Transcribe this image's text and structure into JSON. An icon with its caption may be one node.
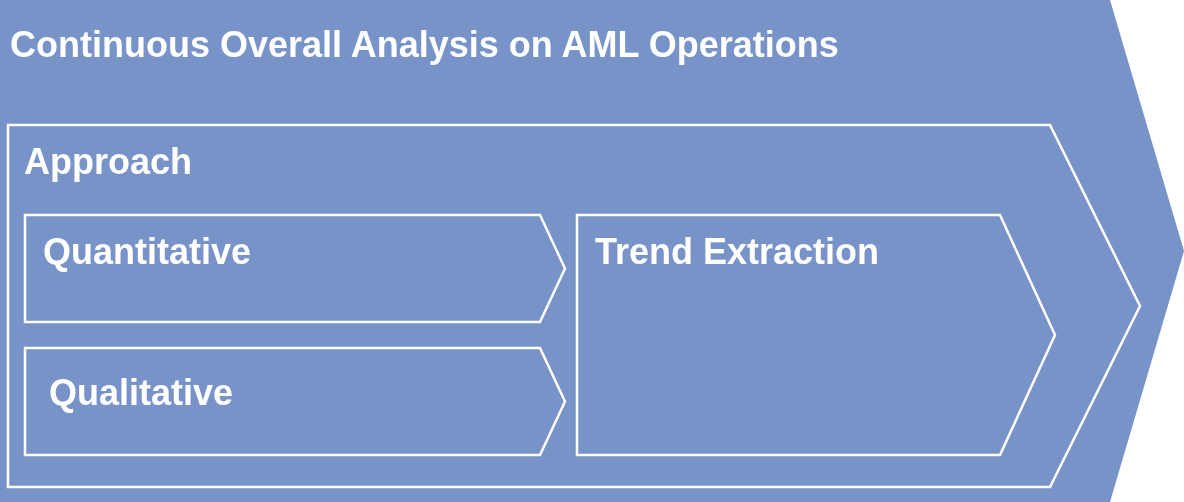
{
  "diagram": {
    "nodes": [
      {
        "text": [
          "Continuous Overall Analysis on AML Operations"
        ]
      },
      {
        "text": [
          "Approach"
        ],
        "in": 0
      },
      {
        "text": [
          "Quantitative"
        ],
        "in": 1
      },
      {
        "text": [
          "Qualitative"
        ],
        "in": 1
      },
      {
        "text": [
          "Trend Extraction"
        ],
        "in": 1
      }
    ],
    "edges": []
  }
}
